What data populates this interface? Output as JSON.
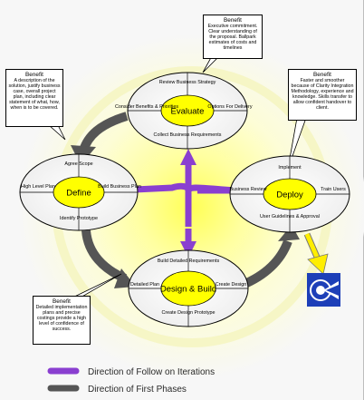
{
  "phases": {
    "evaluate": {
      "label": "Evaluate",
      "top": "Review Business Strategy",
      "left": "Consider Benefits & Priorities",
      "right": "Options For Delivery",
      "bottom": "Collect Business Requirements"
    },
    "define": {
      "label": "Define",
      "top": "Agree Scope",
      "left": "High Level Plan",
      "right": "Build Business Plan",
      "bottom": "Identify Prototype"
    },
    "deploy": {
      "label": "Deploy",
      "top": "Implement",
      "left": "Business Review",
      "right": "Train Users",
      "bottom": "User Guidelines & Approval"
    },
    "design": {
      "label": "Design & Build",
      "top": "Build Detailed Requirements",
      "left": "Detailed Plan",
      "right": "Create Design",
      "bottom": "Create Design Prototype"
    }
  },
  "callouts": {
    "evaluate": {
      "title": "Benefit",
      "text": "Executive commitment. Clear understanding of the proposal. Ballpark estimates of costs and timelines"
    },
    "define": {
      "title": "Benefit",
      "text": "A description of the solution, justify business case, overall project plan, including clear statement of what, how, when is to be covered."
    },
    "deploy": {
      "title": "Benefit",
      "text": "Faster and smoother because of Clarity Integration Methodology, experience and knowledge. Skills transfer to allow confident handover to client."
    },
    "design": {
      "title": "Benefit",
      "text": "Detailed implementation plans and precise costings provide a high level of confidence of success."
    }
  },
  "legend": {
    "iterations": {
      "label": "Direction of Follow on Iterations",
      "color": "#8a3fd0"
    },
    "first_phases": {
      "label": "Direction of First Phases",
      "color": "#555555"
    }
  },
  "colors": {
    "phase_center": "#ffff00",
    "glow_center": "#ffff66",
    "glow_edge": "#f7f7f7",
    "iteration_arrow": "#8a3fd0",
    "first_phase_arrow": "#555555",
    "output_arrow": "#ffee00",
    "logo": "#1d3fb8"
  },
  "logo": {
    "icon": "target-logo-icon"
  }
}
